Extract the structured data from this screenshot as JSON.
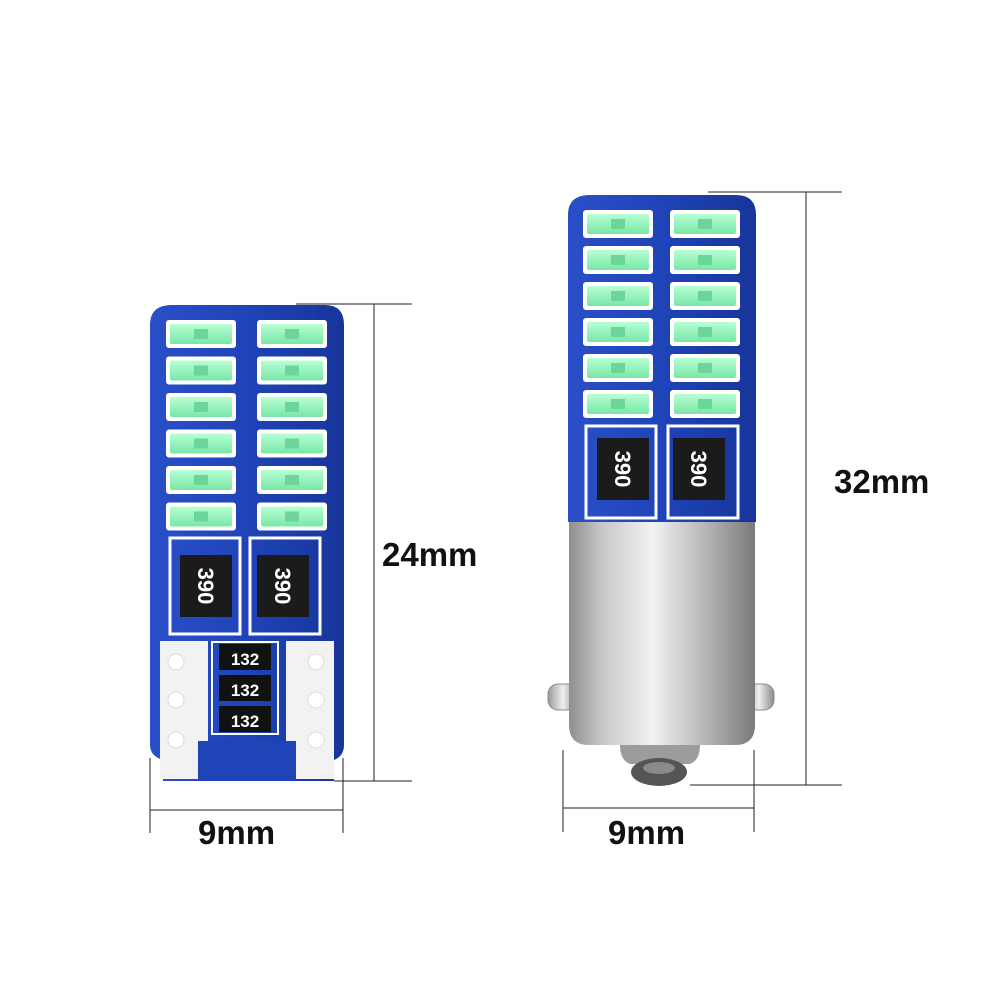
{
  "left_bulb": {
    "resistor_main": [
      "390",
      "390"
    ],
    "resistor_small": [
      "132",
      "132",
      "132"
    ],
    "dim_height": "24mm",
    "dim_width": "9mm"
  },
  "right_bulb": {
    "resistor_main": [
      "390",
      "390"
    ],
    "dim_height": "32mm",
    "dim_width": "9mm"
  },
  "colors": {
    "pcb_blue": "#1a3fb0",
    "led_green": "#8df0b5",
    "chip_black": "#1b1b1b",
    "metal_silver": "#c9c9c9"
  }
}
